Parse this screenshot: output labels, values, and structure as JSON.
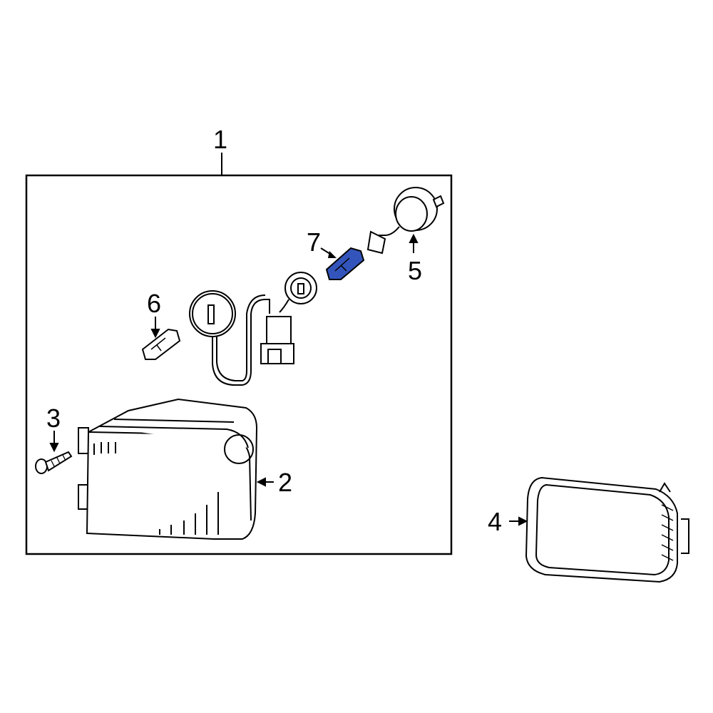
{
  "diagram": {
    "type": "exploded parts diagram",
    "subject": "Fog lamp assembly",
    "highlight_color": "#3355bb",
    "line_color": "#000000",
    "background": "#ffffff"
  },
  "callouts": [
    {
      "id": "1",
      "label": "1",
      "part": "fog-lamp-assembly"
    },
    {
      "id": "2",
      "label": "2",
      "part": "lamp-housing"
    },
    {
      "id": "3",
      "label": "3",
      "part": "mounting-screw"
    },
    {
      "id": "4",
      "label": "4",
      "part": "bezel-trim-ring"
    },
    {
      "id": "5",
      "label": "5",
      "part": "bulb-socket"
    },
    {
      "id": "6",
      "label": "6",
      "part": "wedge-bulb"
    },
    {
      "id": "7",
      "label": "7",
      "part": "wedge-bulb-highlighted"
    }
  ]
}
